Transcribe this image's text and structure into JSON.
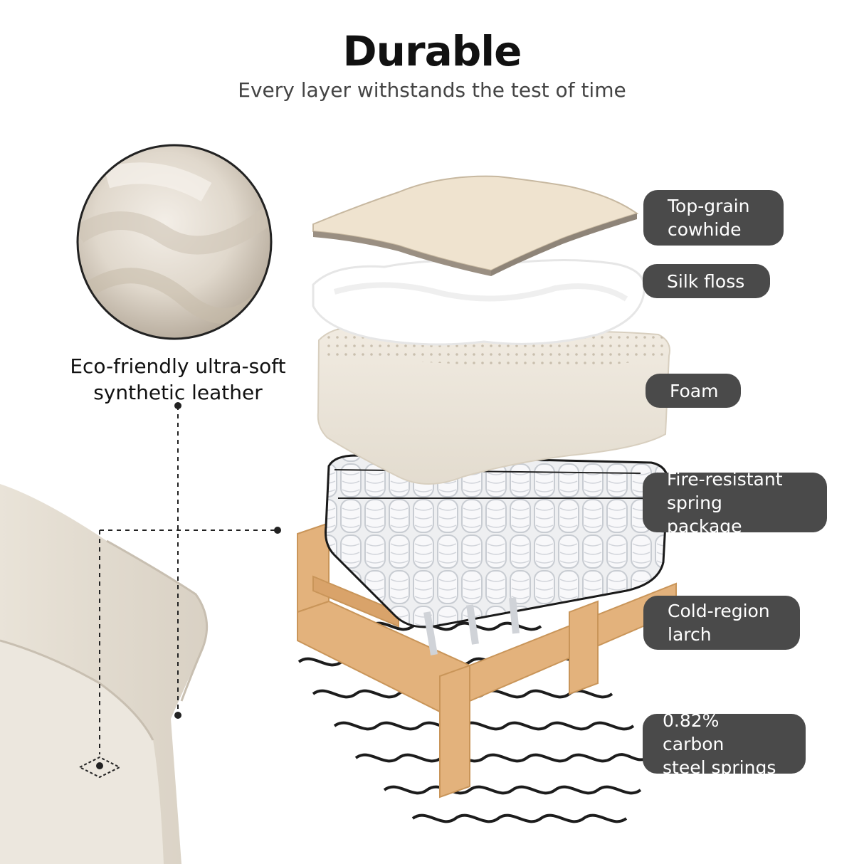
{
  "header": {
    "title": "Durable",
    "subtitle": "Every layer withstands the test of time"
  },
  "leather_callout": {
    "caption": "Eco-friendly ultra-soft synthetic leather"
  },
  "layers": [
    {
      "label": "Top-grain\ncowhide"
    },
    {
      "label": "Silk floss"
    },
    {
      "label": "Foam"
    },
    {
      "label": "Fire-resistant\nspring package"
    },
    {
      "label": "Cold-region\nlarch"
    },
    {
      "label": "0.82% carbon\nsteel springs"
    }
  ],
  "colors": {
    "pill_bg": "#4a4a4a",
    "pill_text": "#ffffff",
    "leather": "#e8e1d6",
    "wood": "#e3b27c"
  }
}
